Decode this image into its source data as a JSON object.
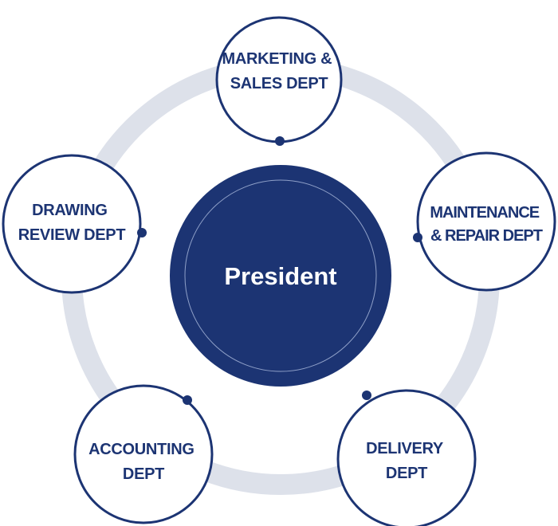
{
  "center": {
    "label": "President"
  },
  "departments": [
    {
      "id": "marketing",
      "lines": [
        "MARKETING &",
        "SALES DEPT"
      ]
    },
    {
      "id": "maintenance",
      "lines": [
        "MAINTENANCE",
        "& REPAIR DEPT"
      ]
    },
    {
      "id": "delivery",
      "lines": [
        "DELIVERY",
        "DEPT"
      ]
    },
    {
      "id": "accounting",
      "lines": [
        "ACCOUNTING",
        "DEPT"
      ]
    },
    {
      "id": "drawing",
      "lines": [
        "DRAWING",
        "REVIEW DEPT"
      ]
    }
  ],
  "colors": {
    "navy": "#1c3473",
    "ring": "#dde1ea",
    "node_fill": "#ffffff",
    "center_inner_stroke": "#8fa0c8",
    "center_text": "#ffffff"
  }
}
